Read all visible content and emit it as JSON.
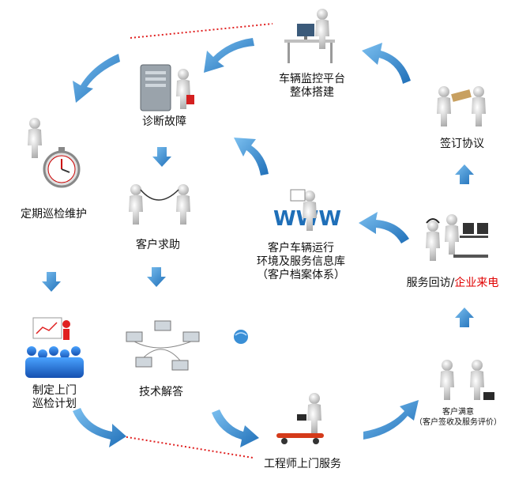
{
  "nodes": {
    "monitor_platform": {
      "line1": "车辆监控平台",
      "line2": "整体搭建"
    },
    "sign_agreement": {
      "label": "签订协议"
    },
    "diagnose": {
      "label": "诊断故障"
    },
    "patrol_maintain": {
      "label": "定期巡检维护"
    },
    "customer_help": {
      "label": "客户求助"
    },
    "info_db": {
      "line1": "客户车辆运行",
      "line2": "环境及服务信息库",
      "line3": "（客户档案体系）"
    },
    "service_visit": {
      "prefix": "服务回访/",
      "highlight": "企业来电"
    },
    "plan_visit": {
      "line1": "制定上门",
      "line2": "巡检计划"
    },
    "tech_answer": {
      "label": "技术解答"
    },
    "satisfied": {
      "line1": "客户满意",
      "line2": "（客户签收及服务评价）"
    },
    "engineer_visit": {
      "label": "工程师上门服务"
    }
  },
  "icons": {
    "www": "WWW"
  },
  "colors": {
    "arrow": "#3a8fd6",
    "arrow_dark": "#1f6fb8",
    "dotted_line": "#e02020",
    "highlight_text": "#e00000",
    "figure": "#e6e6e6",
    "figure_shade": "#b0b0b0"
  }
}
